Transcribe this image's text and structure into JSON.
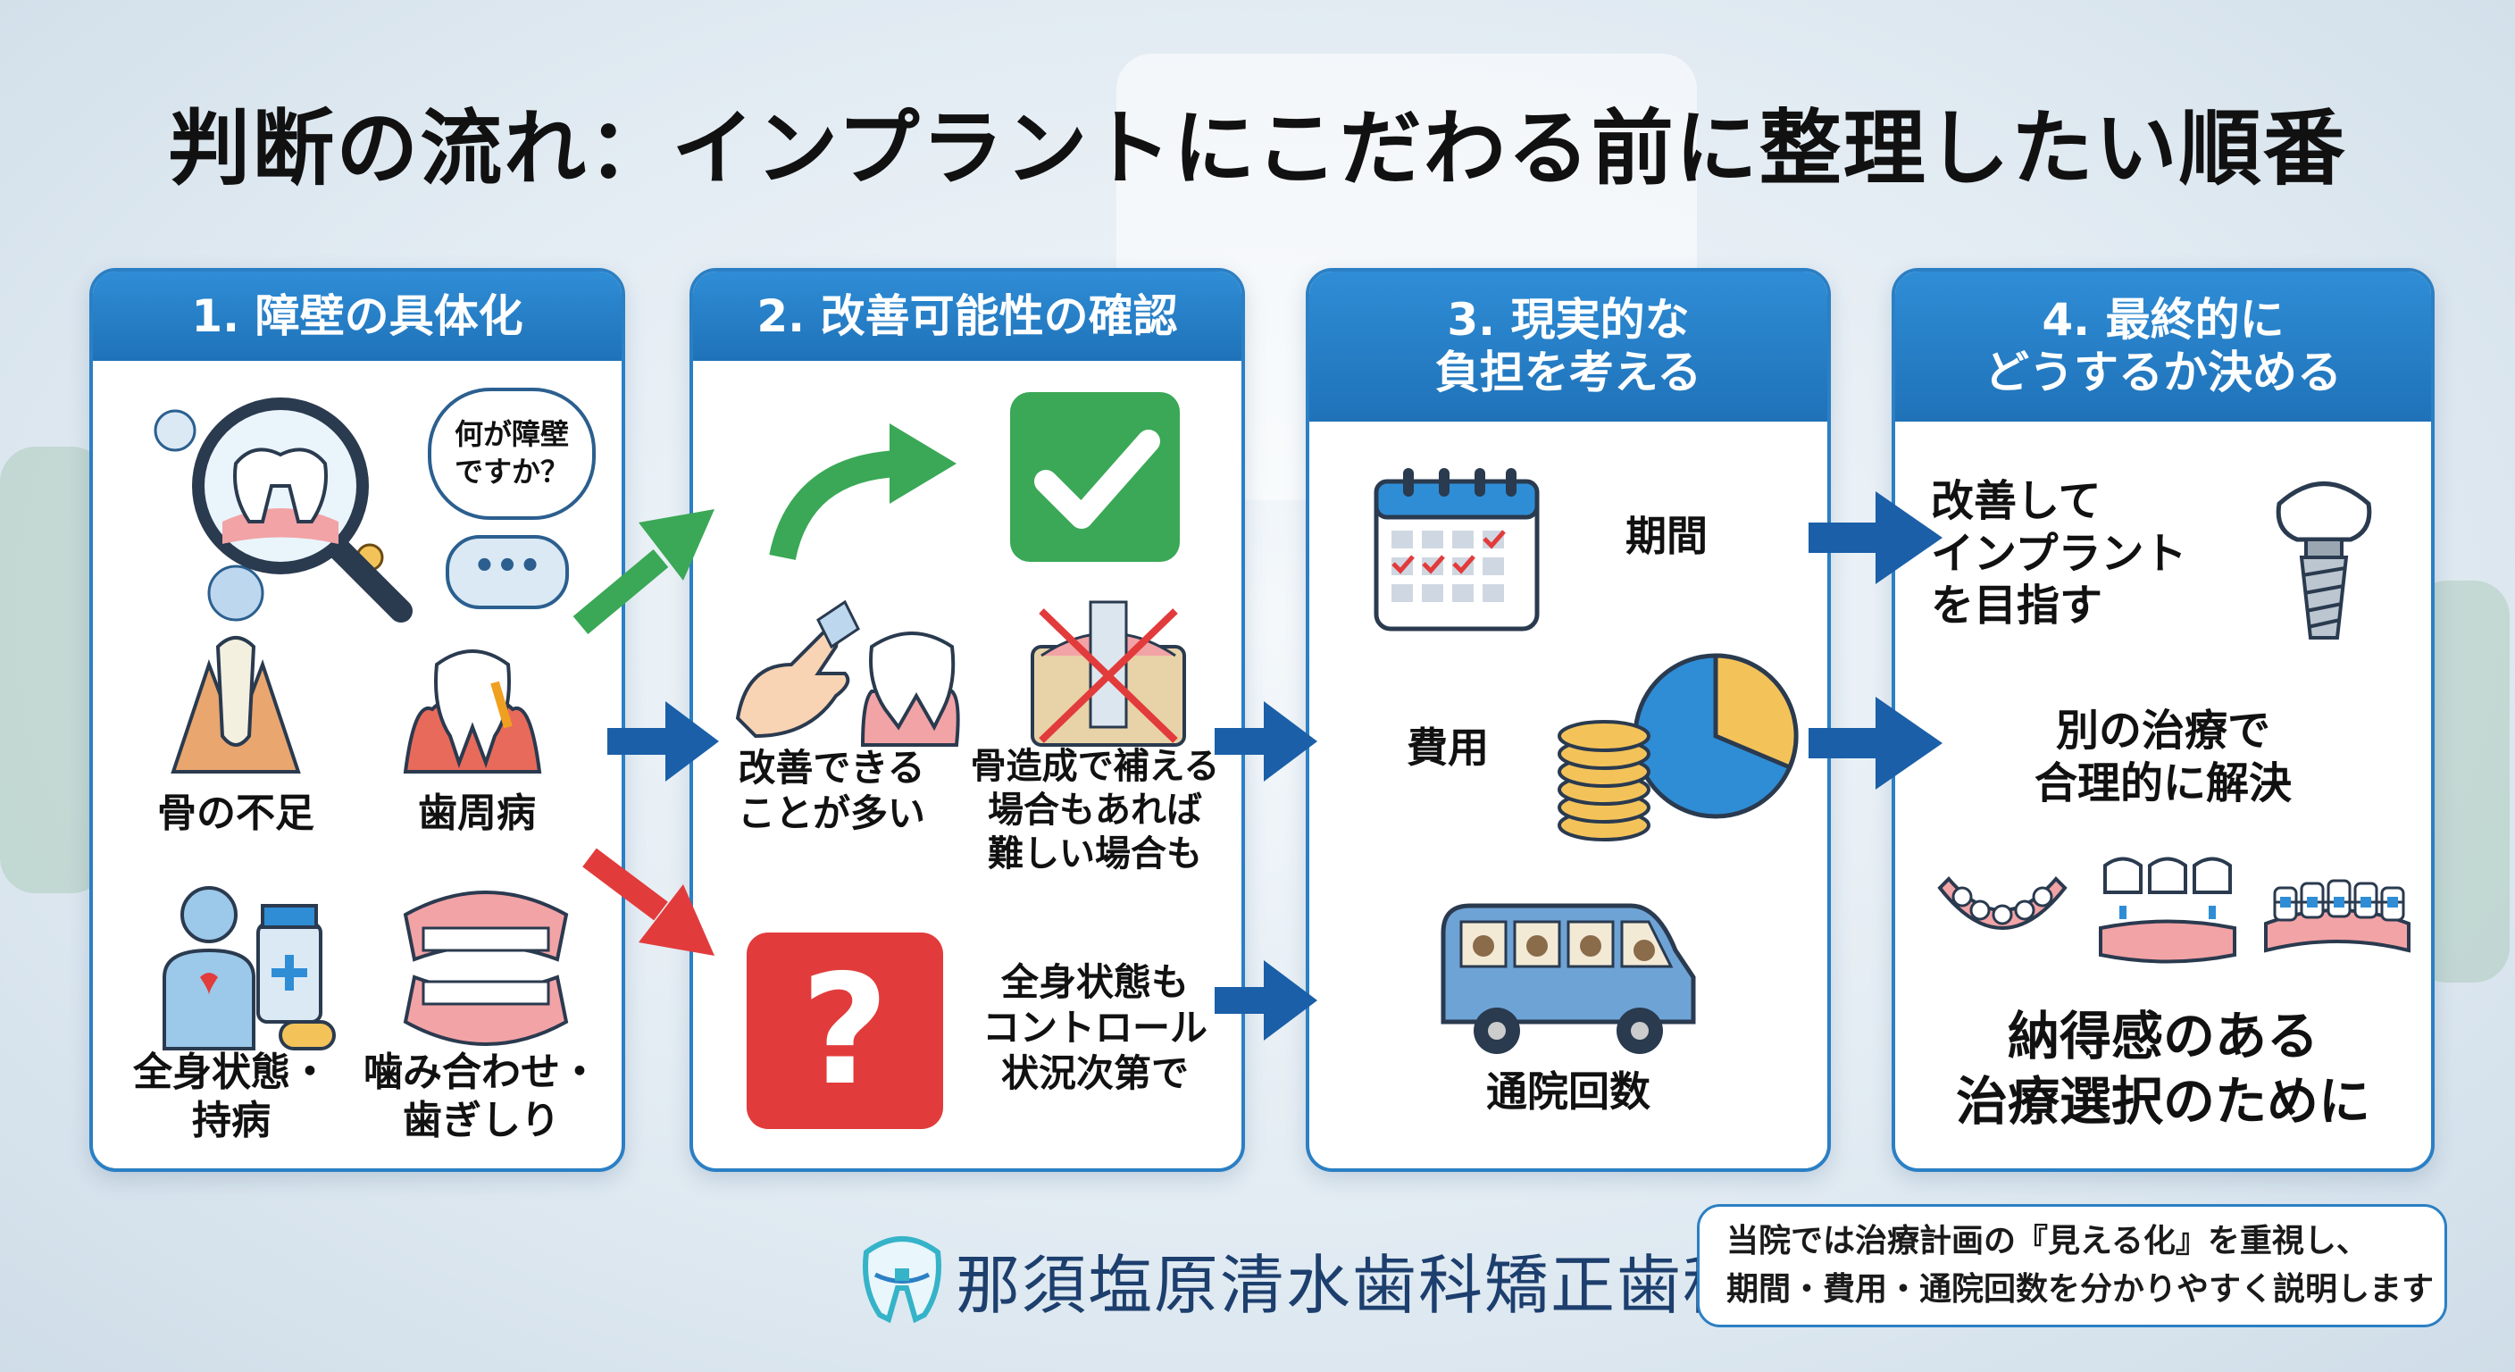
{
  "title": "判断の流れ：インプラントにこだわる前に整理したい順番",
  "panels": [
    {
      "header_lines": [
        "1. 障壁の具体化"
      ],
      "bubble": [
        "何が障壁",
        "ですか？"
      ],
      "items": [
        "骨の不足",
        "歯周病",
        "全身状態・",
        "持病",
        "噛み合わせ・",
        "歯ぎしり"
      ]
    },
    {
      "header_lines": [
        "2. 改善可能性の確認"
      ],
      "items": [
        "改善できる",
        "ことが多い",
        "骨造成で補える",
        "場合もあれば",
        "難しい場合も",
        "全身状態も",
        "コントロール",
        "状況次第で"
      ],
      "question_mark": "?"
    },
    {
      "header_lines": [
        "3. 現実的な",
        "負担を考える"
      ],
      "items": [
        "期間",
        "費用",
        "通院回数"
      ]
    },
    {
      "header_lines": [
        "4. 最終的に",
        "どうするか決める"
      ],
      "items": [
        "改善して",
        "インプラント",
        "を目指す",
        "別の治療で",
        "合理的に解決",
        "納得感のある",
        "治療選択のために"
      ]
    }
  ],
  "clinic_name": "那須塩原清水歯科矯正歯科",
  "note": [
    "当院では治療計画の『見える化』を重視し、",
    "期間・費用・通院回数を分かりやすく説明します"
  ],
  "colors": {
    "accent": "#2b7fc4",
    "green": "#3aa856",
    "red": "#e23b3b",
    "dark_blue": "#1a5fa8"
  }
}
